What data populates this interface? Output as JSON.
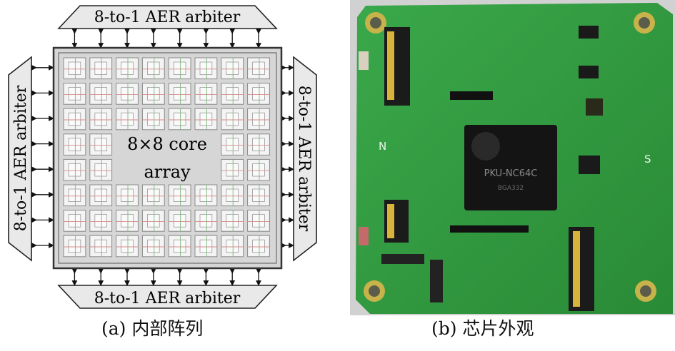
{
  "diagram": {
    "arbiter_label": "8-to-1 AER arbiter",
    "core_array_line1": "8×8 core",
    "core_array_line2": "array",
    "grid_rows": 8,
    "grid_cols": 8,
    "colors": {
      "arbiter_fill": "#e9e9e9",
      "array_fill": "#d6d6d6",
      "core_fill": "#f4f4f4",
      "core_stroke": "#8a8a8a",
      "wire_red": "#d88a8a",
      "wire_green": "#7fb57f"
    }
  },
  "photo": {
    "chip_marking_1": "PKU-NC64C",
    "chip_marking_2": "BGA332",
    "edge_label_left": "N",
    "edge_label_right": "S",
    "colors": {
      "pcb_green": "#2f9a3c",
      "chip_black": "#141414",
      "background": "#dcdcdc"
    }
  },
  "captions": {
    "a": "(a) 内部阵列",
    "b": "(b) 芯片外观"
  }
}
